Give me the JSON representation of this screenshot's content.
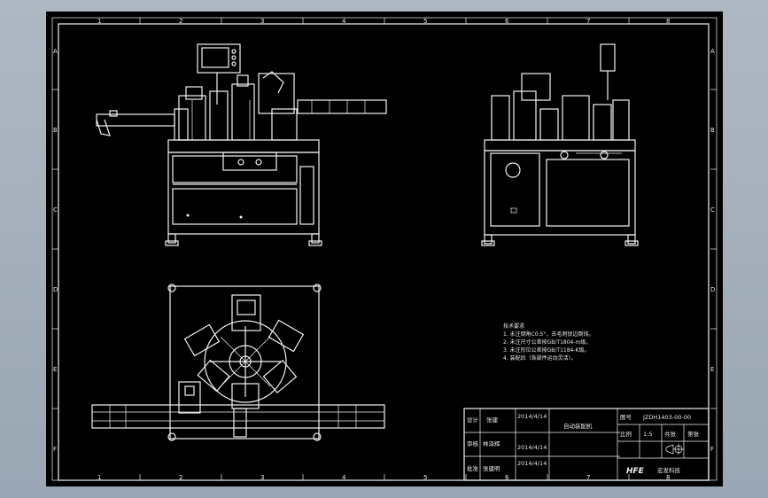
{
  "drawing": {
    "column_markers": [
      "1",
      "2",
      "3",
      "4",
      "5",
      "6",
      "7",
      "8"
    ],
    "row_markers": [
      "A",
      "B",
      "C",
      "D",
      "E",
      "F"
    ],
    "notes": {
      "title": "技术要求",
      "lines": [
        "1. 未注倒角C0.5°，去毛刺锐边倒钝。",
        "2. 未注尺寸公差按GB/T1804-m级。",
        "3. 未注形位公差按GB/T1184-K级。",
        "4. 装配后（各部件运动灵活）。"
      ]
    },
    "title_block": {
      "designer_label": "设计",
      "designer_name": "张建",
      "design_date": "2014/4/14",
      "checker_label": "审核",
      "checker_name": "林泽辉",
      "check_date": "2014/4/14",
      "approver_label": "批准",
      "approver_name": "张建明",
      "approve_date": "2014/4/14",
      "part_name": "自动装配机",
      "drawing_no_label": "图号",
      "drawing_no": "JZDH1403-00-00",
      "scale_label": "比例",
      "scale_value": "1:5",
      "sheet_label": "共张",
      "sheet_value": "第张",
      "company_logo": "HFE",
      "company_name": "宏发科技"
    }
  }
}
